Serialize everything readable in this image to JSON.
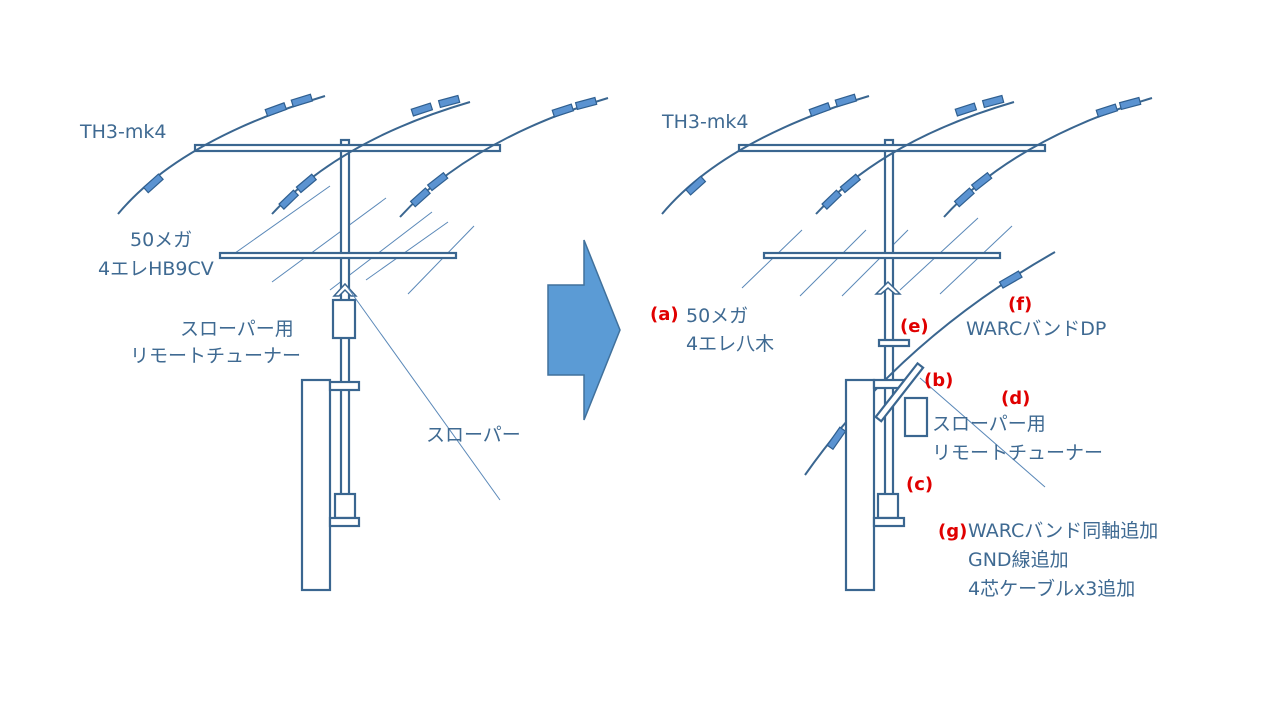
{
  "colors": {
    "label_text": "#3f6a92",
    "tag_text": "#e00000",
    "line": "#3a6690",
    "arrow_fill": "#5b9bd5",
    "arrow_stroke": "#41719c",
    "trap_fill": "#5b93d1"
  },
  "before": {
    "tri_band_label": "TH3-mk4",
    "six_meter_label_line1": "50メガ",
    "six_meter_label_line2": "4エレHB9CV",
    "tuner_label_line1": "スローパー用",
    "tuner_label_line2": "リモートチューナー",
    "sloper_label": "スローパー"
  },
  "after": {
    "tri_band_label": "TH3-mk4",
    "tag_a": "(a)",
    "six_meter_label_line1": "50メガ",
    "six_meter_label_line2": "4エレ八木",
    "tag_e": "(e)",
    "tag_f": "(f)",
    "warc_dp_label": "WARCバンドDP",
    "tag_b": "(b)",
    "tag_d": "(d)",
    "tuner_label_line1": "スローパー用",
    "tuner_label_line2": "リモートチューナー",
    "tag_c": "(c)",
    "tag_g": "(g)",
    "notes": [
      "WARCバンド同軸追加",
      "GND線追加",
      "4芯ケーブルx3追加"
    ]
  }
}
